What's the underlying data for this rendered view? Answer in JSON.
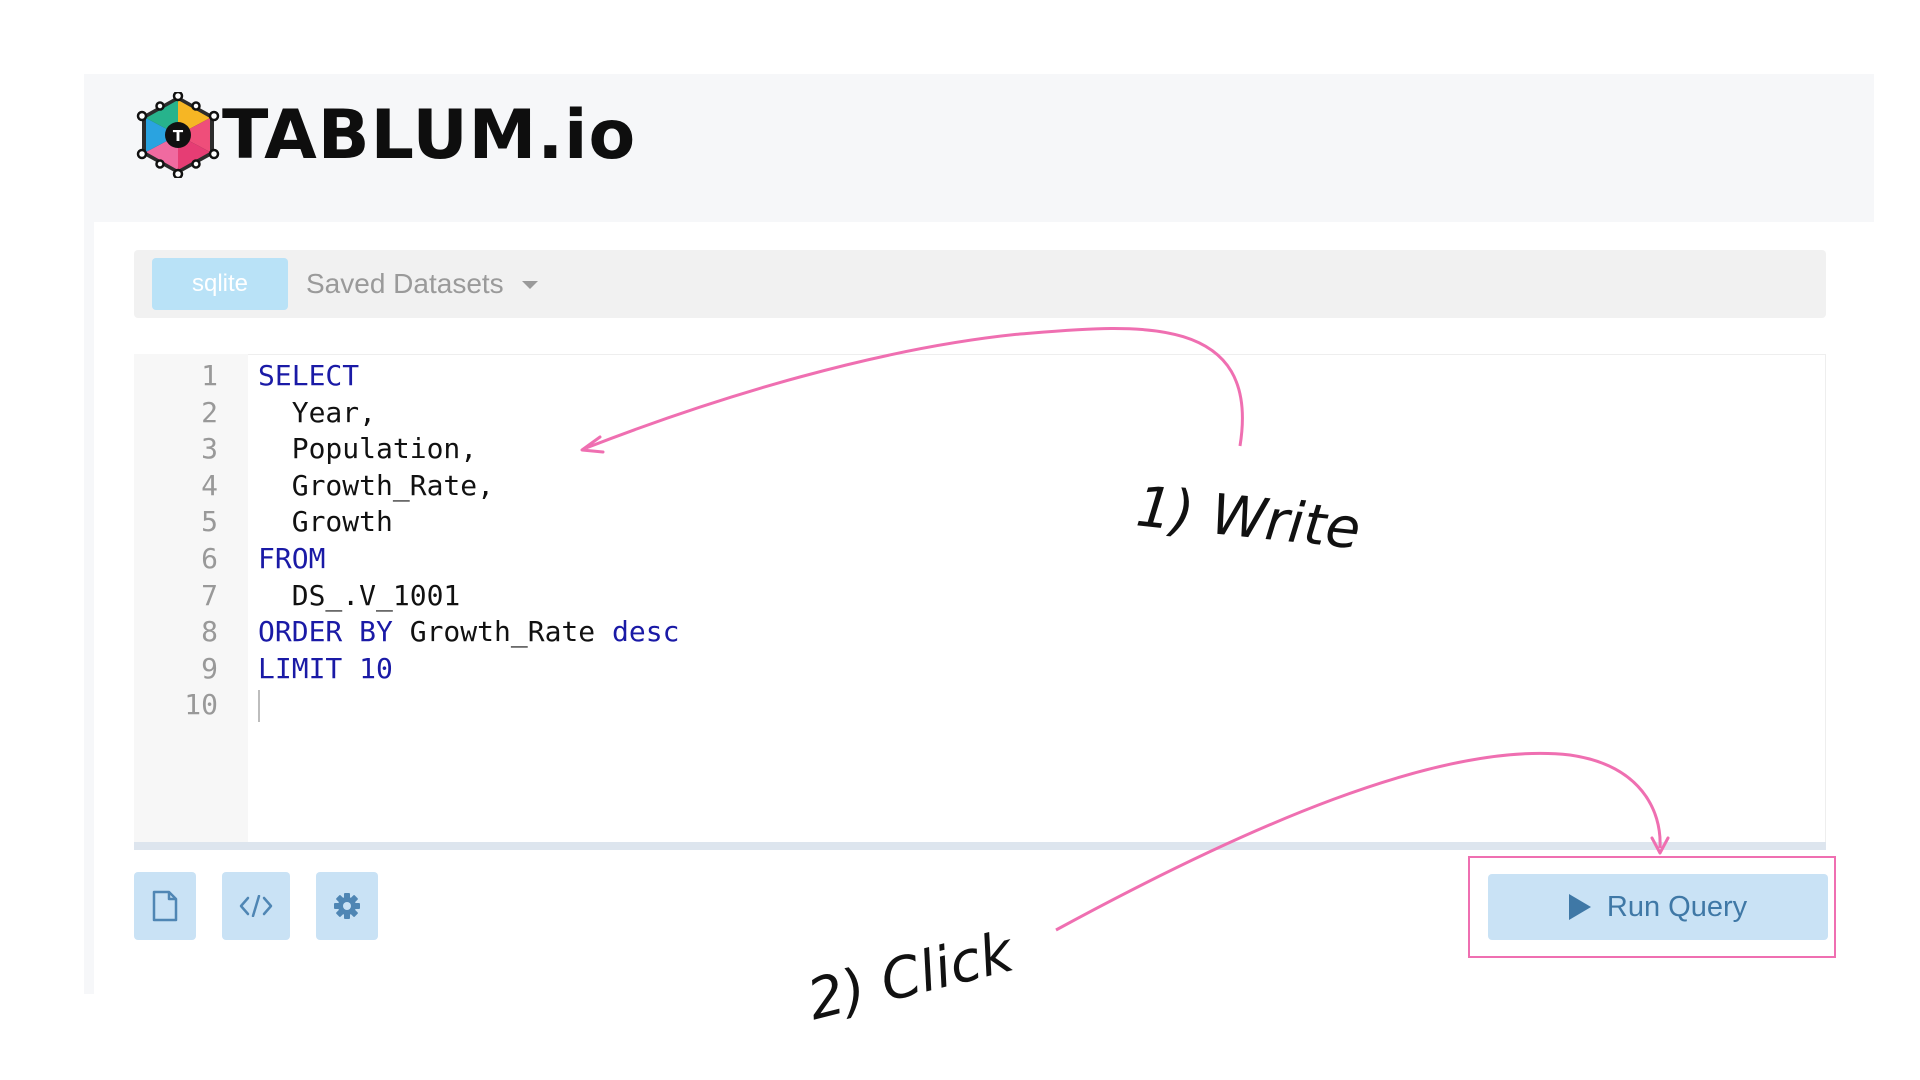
{
  "brand": {
    "logo_text": "TABLUM.io"
  },
  "toolbar": {
    "engine_label": "sqlite",
    "saved_datasets_label": "Saved Datasets"
  },
  "editor": {
    "line_numbers": [
      "1",
      "2",
      "3",
      "4",
      "5",
      "6",
      "7",
      "8",
      "9",
      "10"
    ],
    "lines": [
      [
        {
          "t": "SELECT",
          "k": true
        }
      ],
      [
        {
          "t": "  Year,",
          "k": false
        }
      ],
      [
        {
          "t": "  Population,",
          "k": false
        }
      ],
      [
        {
          "t": "  Growth_Rate,",
          "k": false
        }
      ],
      [
        {
          "t": "  Growth",
          "k": false
        }
      ],
      [
        {
          "t": "FROM",
          "k": true
        }
      ],
      [
        {
          "t": "  DS_.V_1001",
          "k": false
        }
      ],
      [
        {
          "t": "ORDER BY",
          "k": true
        },
        {
          "t": " Growth_Rate ",
          "k": false
        },
        {
          "t": "desc",
          "k": true
        }
      ],
      [
        {
          "t": "LIMIT 10",
          "k": true
        }
      ],
      [
        {
          "t": "",
          "k": false
        }
      ]
    ]
  },
  "actions": {
    "new_icon": "file-icon",
    "code_icon": "code-icon",
    "settings_icon": "gear-icon",
    "run_label": "Run Query"
  },
  "annotations": {
    "step1": "1) Write",
    "step2": "2) Click",
    "color": "#ef6fb1"
  },
  "colors": {
    "keyword": "#1a1aa6",
    "button": "#c9e2f5",
    "button_text": "#3f78a6",
    "engine": "#b9e2f7"
  }
}
